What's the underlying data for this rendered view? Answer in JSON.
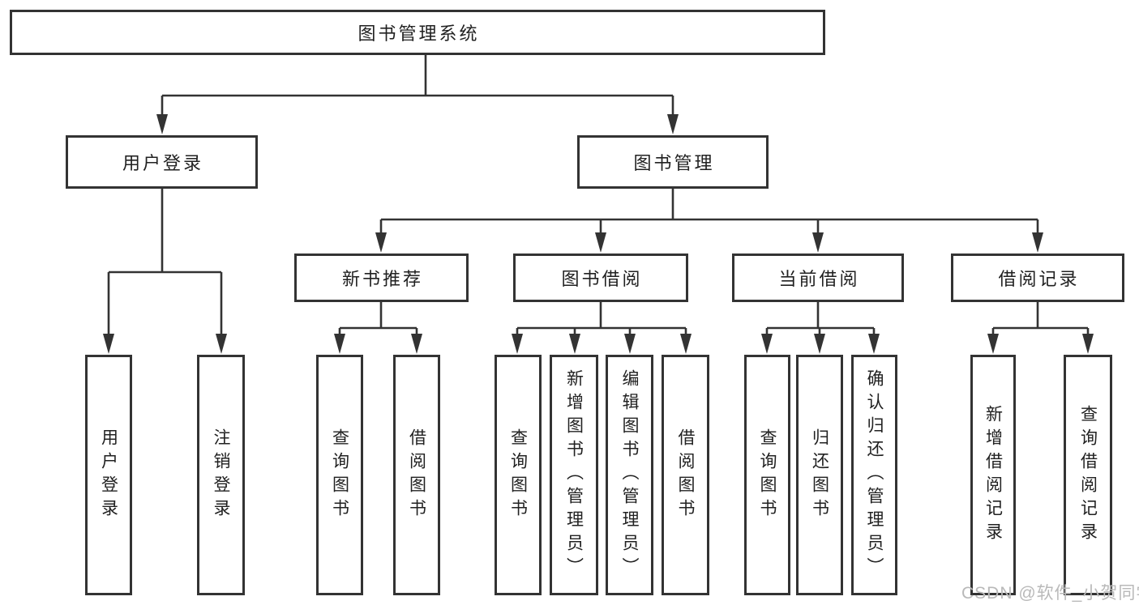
{
  "diagram": {
    "type": "tree",
    "title": "图书管理系统",
    "colors": {
      "line": "#333333",
      "box_border": "#333333",
      "text": "#212121",
      "background": "#ffffff",
      "watermark": "#b9b9b9"
    },
    "root": {
      "label": "图书管理系统"
    },
    "level2": [
      {
        "label": "用户登录",
        "parent": "图书管理系统"
      },
      {
        "label": "图书管理",
        "parent": "图书管理系统"
      }
    ],
    "level3": [
      {
        "label": "新书推荐",
        "parent": "图书管理"
      },
      {
        "label": "图书借阅",
        "parent": "图书管理"
      },
      {
        "label": "当前借阅",
        "parent": "图书管理"
      },
      {
        "label": "借阅记录",
        "parent": "图书管理"
      }
    ],
    "leaves": [
      {
        "label": "用户登录",
        "parent": "用户登录"
      },
      {
        "label": "注销登录",
        "parent": "用户登录"
      },
      {
        "label": "查询图书",
        "parent": "新书推荐"
      },
      {
        "label": "借阅图书",
        "parent": "新书推荐"
      },
      {
        "label": "查询图书",
        "parent": "图书借阅"
      },
      {
        "label": "新增图书（管理员）",
        "parent": "图书借阅"
      },
      {
        "label": "编辑图书（管理员）",
        "parent": "图书借阅"
      },
      {
        "label": "借阅图书",
        "parent": "图书借阅"
      },
      {
        "label": "查询图书",
        "parent": "当前借阅"
      },
      {
        "label": "归还图书",
        "parent": "当前借阅"
      },
      {
        "label": "确认归还（管理员）",
        "parent": "当前借阅"
      },
      {
        "label": "新增借阅记录",
        "parent": "借阅记录"
      },
      {
        "label": "查询借阅记录",
        "parent": "借阅记录"
      }
    ],
    "watermark": {
      "text": "CSDN @软件_小贺同学"
    }
  }
}
